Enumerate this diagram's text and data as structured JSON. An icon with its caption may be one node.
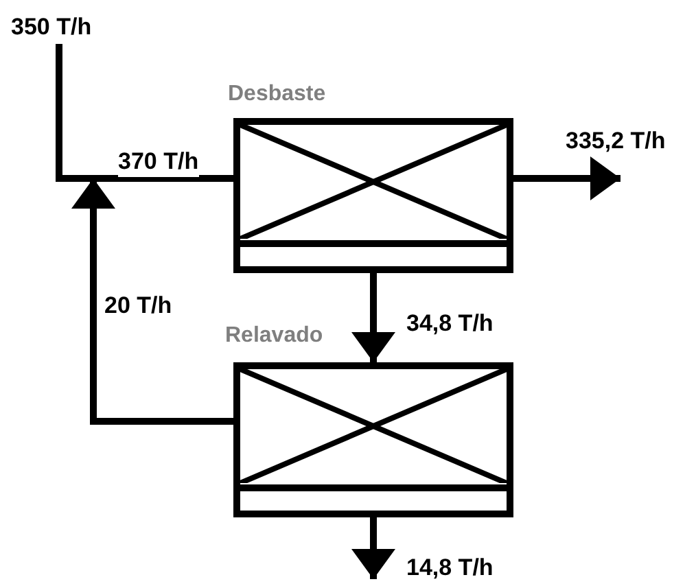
{
  "diagram": {
    "nodes": [
      {
        "text": [
          "Desbaste"
        ]
      },
      {
        "text": [
          "Relavado"
        ]
      },
      {
        "text": [
          "350 T/h"
        ]
      }
    ],
    "edges": [
      {
        "from": 2,
        "to": 0,
        "arrow": "none",
        "label": "370 T/h"
      },
      {
        "from": 0,
        "to": null,
        "arrow": "to",
        "label": "335,2 T/h"
      },
      {
        "from": 0,
        "to": 1,
        "arrow": "to",
        "label": "34,8 T/h"
      },
      {
        "from": 1,
        "to": null,
        "arrow": "to",
        "label": "20 T/h"
      },
      {
        "from": 1,
        "to": null,
        "arrow": "to",
        "label": "14,8 T/h"
      }
    ]
  }
}
